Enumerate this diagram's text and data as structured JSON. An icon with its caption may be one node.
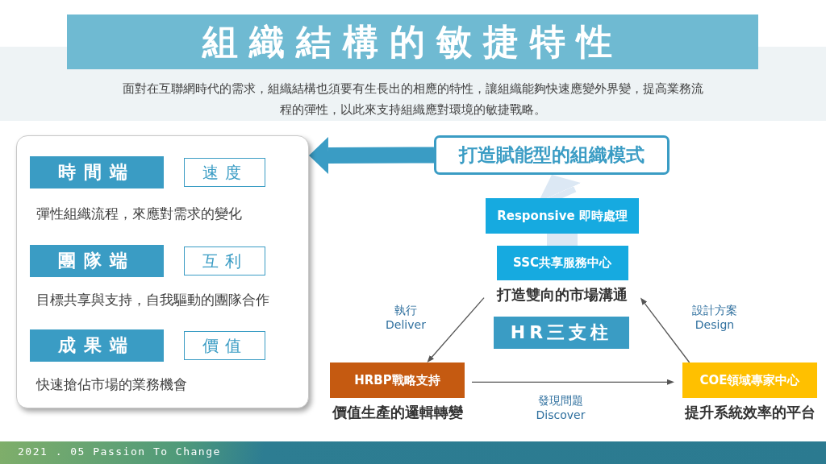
{
  "diagram": {
    "title": "組織結構的敏捷特性",
    "nodes": [
      {
        "text": [],
        "shape": "box"
      },
      {
        "text": [
          "打造賦能型的組織模式"
        ]
      },
      {
        "text": [
          "Responsive 即時處理"
        ]
      },
      {
        "text": [
          "SSC共享服務中心"
        ],
        "beside": [
          "打造雙向的市場溝通"
        ]
      },
      {
        "text": [
          "HR三支柱"
        ]
      },
      {
        "text": [
          "HRBP戰略支持"
        ],
        "beside": [
          "價值生產的邏輯轉變"
        ]
      },
      {
        "text": [
          "COE領域專家中心"
        ],
        "beside": [
          "提升系統效率的平台"
        ]
      },
      {
        "text": [
          "時間端"
        ],
        "in": 0
      },
      {
        "text": [
          "速度"
        ],
        "in": 0
      },
      {
        "text": [
          "團隊端"
        ],
        "in": 0
      },
      {
        "text": [
          "互利"
        ],
        "in": 0
      },
      {
        "text": [
          "成果端"
        ],
        "in": 0
      },
      {
        "text": [
          "價值"
        ],
        "in": 0
      }
    ],
    "edges": [
      {
        "from": 1,
        "to": 0,
        "arrow": "to",
        "style": "thick",
        "color": "#3a9cc4"
      },
      {
        "from": 3,
        "to": 2,
        "arrow": "none",
        "style": "thick",
        "color": "#dce8f4"
      },
      {
        "from": 2,
        "to": 1,
        "arrow": "to",
        "style": "thick",
        "color": "#dce8f4"
      },
      {
        "from": 3,
        "to": 5,
        "arrow": "to",
        "label": "執行 Deliver"
      },
      {
        "from": 5,
        "to": 6,
        "arrow": "to",
        "label": "發現問題 Discover"
      },
      {
        "from": 6,
        "to": 3,
        "arrow": "to",
        "label": "設計方案 Design"
      }
    ],
    "labels": [
      "面對在互聯網時代的需求，組織結構也須要有生長出的相應的特性，讓組織能夠快速應變外界變，提高業務流程的彈性，以此來支持組織應對環境的敏捷戰略。",
      "彈性組織流程，來應對需求的變化",
      "目標共享與支持，自我驅動的團隊合作",
      "快速搶佔市場的業務機會",
      "2021 . 05 Passion To Change"
    ]
  }
}
